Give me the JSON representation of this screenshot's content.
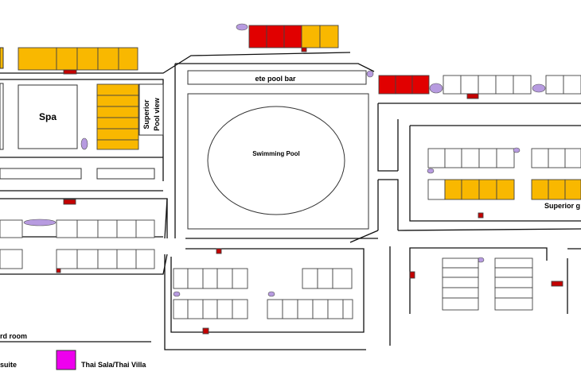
{
  "map": {
    "labels": {
      "spa": "Spa",
      "superior_pool_view_line1": "Superior",
      "superior_pool_view_line2": "Pool view",
      "pool_bar": "ete pool bar",
      "swimming_pool": "Swimming Pool",
      "superior_right": "Superior g"
    },
    "legend": {
      "item1": "rd room",
      "item2": "suite",
      "item3": "Thai Sala/Thai Villa"
    },
    "colors": {
      "orange": "#f9b800",
      "red": "#e10000",
      "purple": "#b79be0",
      "magenta": "#ee00ee",
      "marker": "#c40000",
      "white": "#ffffff"
    }
  }
}
